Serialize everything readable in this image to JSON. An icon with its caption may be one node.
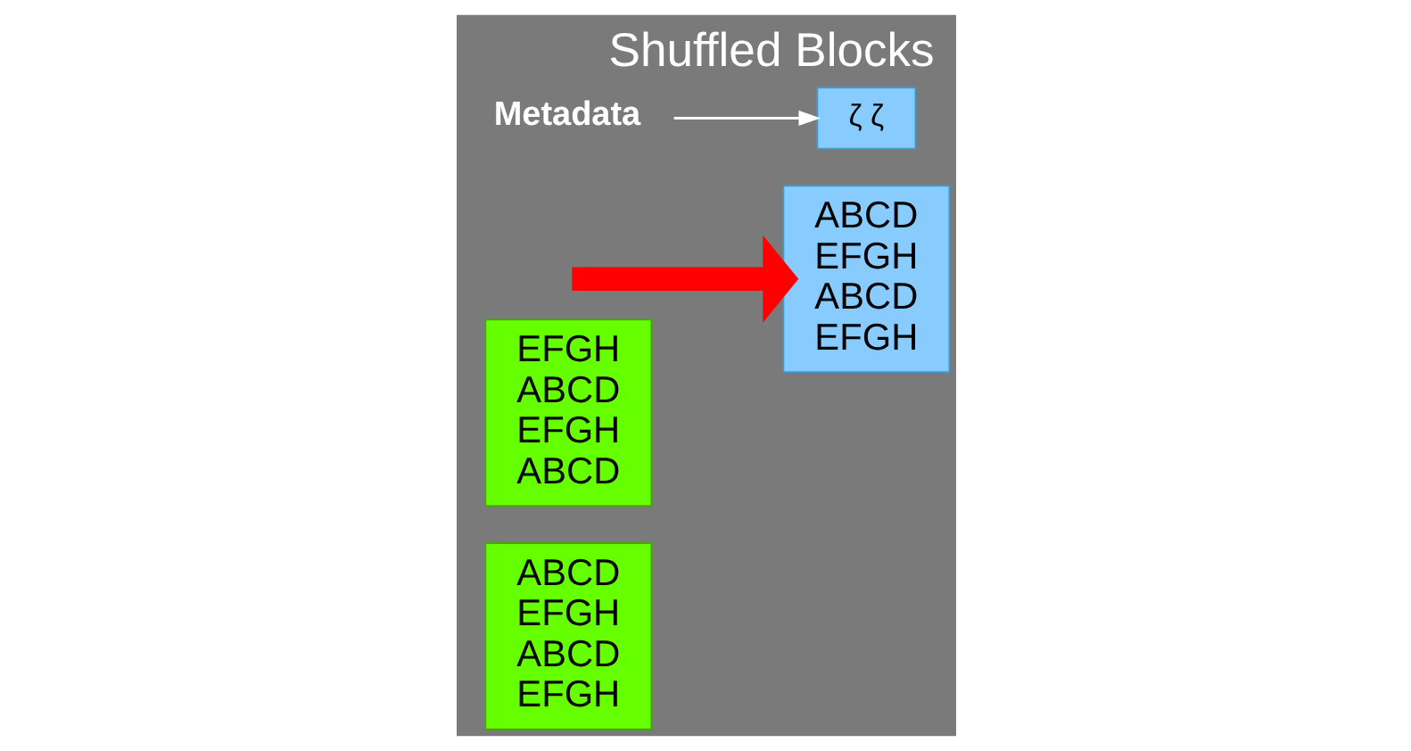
{
  "diagram": {
    "title": "Shuffled Blocks",
    "nodes": [
      {
        "text": [
          "ABCD EFGH ABCD EFGH"
        ]
      },
      {
        "text": [
          "EFGH ABCD EFGH ABCD"
        ]
      },
      {
        "text": [
          "ABCD EFGH ABCD EFGH"
        ]
      },
      {
        "text": [
          "ζ ζ"
        ]
      },
      {
        "text": [
          "Metadata"
        ]
      }
    ],
    "edges": [
      {
        "from": null,
        "to": 2,
        "arrow": "to",
        "style": "thick",
        "color": "#ff0000"
      },
      {
        "from": 4,
        "to": 3,
        "arrow": "to",
        "color": "#ffffff"
      }
    ]
  }
}
